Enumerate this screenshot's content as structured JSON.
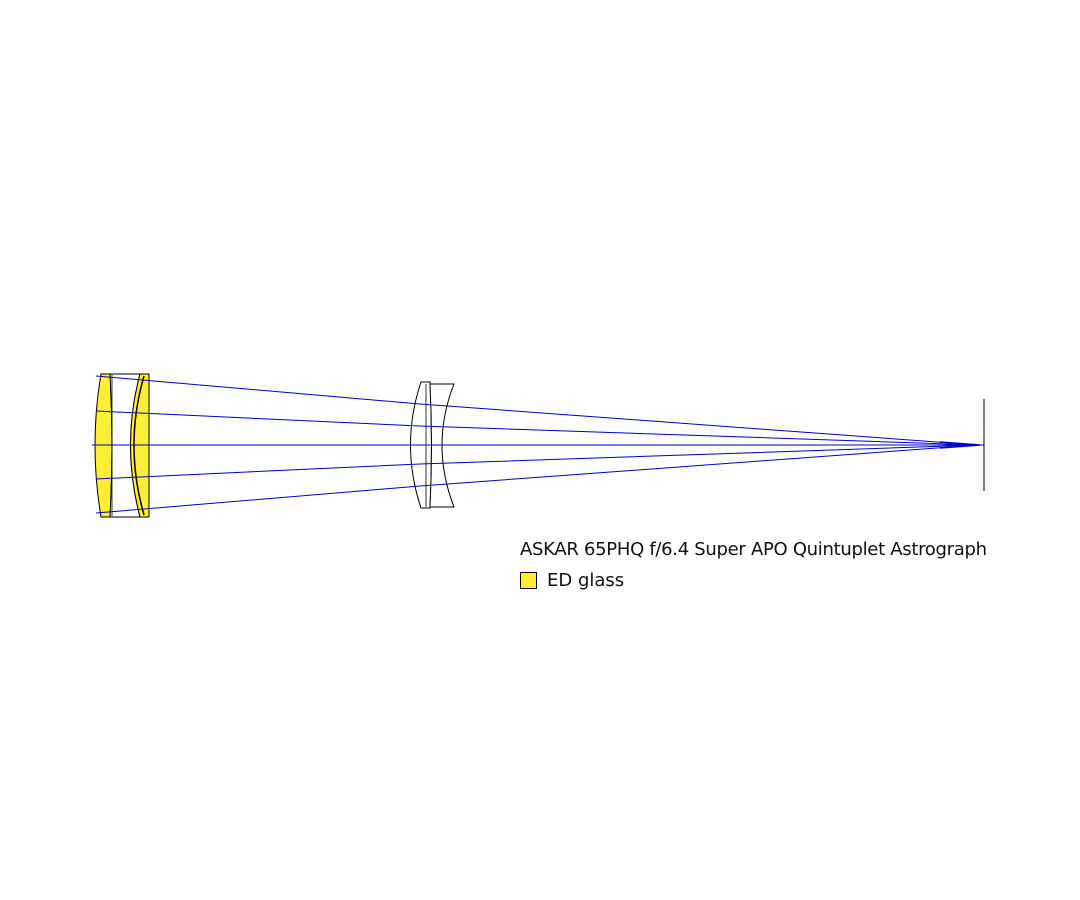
{
  "title": "ASKAR 65PHQ f/6.4 Super APO Quintuplet Astrograph",
  "legend": {
    "items": [
      {
        "label": "ED glass",
        "color": "#ffee33"
      }
    ]
  },
  "colors": {
    "ray": "#0000cc",
    "lens_outline": "#000000",
    "ed_glass": "#ffee33",
    "background": "#ffffff"
  },
  "elements": {
    "objective": [
      "objective-element-1",
      "objective-element-2",
      "objective-element-3"
    ],
    "flattener": [
      "flattener-element-1",
      "flattener-element-2"
    ]
  }
}
